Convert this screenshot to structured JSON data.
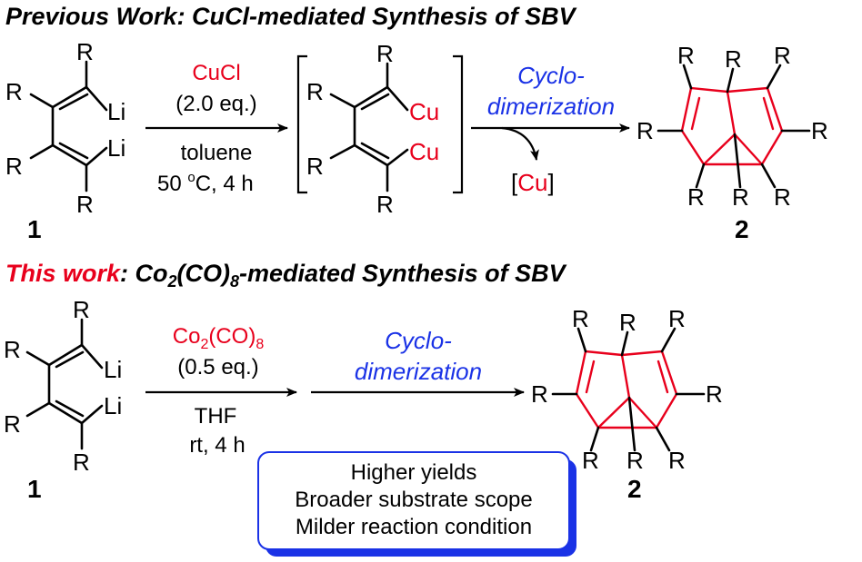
{
  "title_previous": {
    "text": "Previous Work: CuCl-mediated Synthesis of SBV"
  },
  "title_this_work": {
    "red_part": "This work",
    "rest_before_sub": ": Co",
    "sub1": "2",
    "mid": "(CO)",
    "sub2": "8",
    "tail": "-mediated Synthesis of SBV"
  },
  "atoms": {
    "R": "R",
    "Li": "Li",
    "Cu": "Cu",
    "cu_bracket": "Cu"
  },
  "labels": {
    "compound_1": "1",
    "compound_2": "2"
  },
  "reaction_previous": {
    "reagent": "CuCl",
    "equiv": "(2.0 eq.)",
    "solvent": "toluene",
    "conditions": "50 °C, 4 h",
    "cond_temp": "50 ",
    "cond_deg": "o",
    "cond_rest": "C, 4 h",
    "process_line1": "Cyclo-",
    "process_line2": "dimerization",
    "byproduct_open": "[",
    "byproduct_close": "]"
  },
  "reaction_this_work": {
    "reagent_main": "Co",
    "reagent_sub1": "2",
    "reagent_mid": "(CO)",
    "reagent_sub2": "8",
    "equiv": "(0.5 eq.)",
    "solvent": "THF",
    "conditions": "rt, 4 h",
    "process_line1": "Cyclo-",
    "process_line2": "dimerization"
  },
  "advantages": [
    "Higher yields",
    "Broader substrate scope",
    "Milder reaction condition"
  ],
  "colors": {
    "red": "#e8001c",
    "blue": "#1a32e6",
    "box_border": "#1a32e6"
  }
}
